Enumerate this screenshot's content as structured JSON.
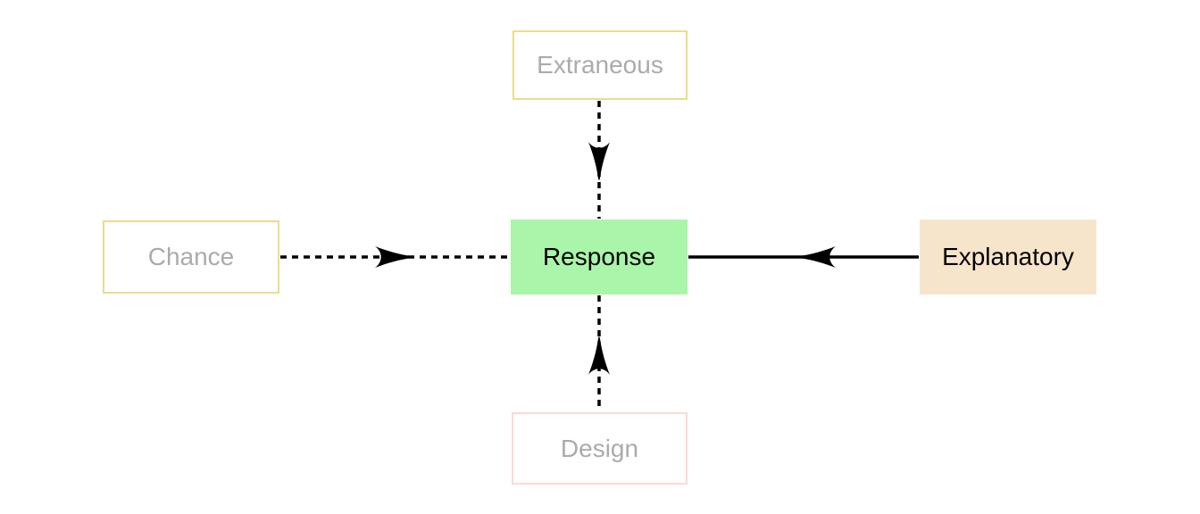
{
  "diagram": {
    "background_color": "#FFFFFF",
    "edge_color": "#000000",
    "nodes": {
      "extraneous": {
        "label": "Extraneous",
        "text_color": "#ABABAB",
        "fill_color": "#FFFFFF",
        "border_color": "#E9DC8F"
      },
      "chance": {
        "label": "Chance",
        "text_color": "#ABABAB",
        "fill_color": "#FFFFFF",
        "border_color": "#E9DC8F"
      },
      "response": {
        "label": "Response",
        "text_color": "#000000",
        "fill_color": "#A9F5A9",
        "border_color": "none"
      },
      "explanatory": {
        "label": "Explanatory",
        "text_color": "#000000",
        "fill_color": "#F7E5CB",
        "border_color": "none"
      },
      "design": {
        "label": "Design",
        "text_color": "#ABABAB",
        "fill_color": "#FFFFFF",
        "border_color": "#FCD9D3"
      }
    },
    "edges": [
      {
        "from": "Extraneous",
        "to": "Response",
        "line_style": "dashed",
        "arrow_direction": "down"
      },
      {
        "from": "Chance",
        "to": "Response",
        "line_style": "dashed",
        "arrow_direction": "right"
      },
      {
        "from": "Explanatory",
        "to": "Response",
        "line_style": "solid",
        "arrow_direction": "left"
      },
      {
        "from": "Design",
        "to": "Response",
        "line_style": "dashed",
        "arrow_direction": "up"
      }
    ]
  }
}
